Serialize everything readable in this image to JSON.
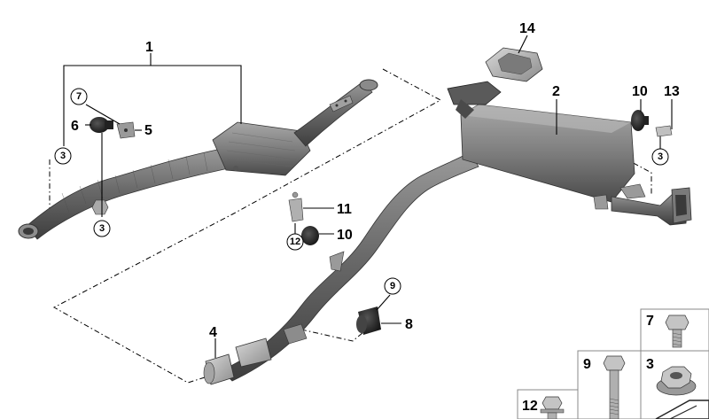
{
  "callouts": {
    "c1": "1",
    "c2": "2",
    "c3a": "3",
    "c3b": "3",
    "c3c": "3",
    "c4": "4",
    "c5": "5",
    "c6": "6",
    "c7": "7",
    "c8": "8",
    "c9": "9",
    "c10a": "10",
    "c10b": "10",
    "c11": "11",
    "c12": "12",
    "c13": "13",
    "c14": "14"
  },
  "legend": {
    "l7": "7",
    "l3": "3",
    "l9": "9",
    "l12": "12"
  },
  "colors": {
    "metal_dark": "#5a5a5a",
    "metal_mid": "#8a8a8a",
    "metal_light": "#b9b9b9",
    "rubber": "#1c1c1c"
  }
}
